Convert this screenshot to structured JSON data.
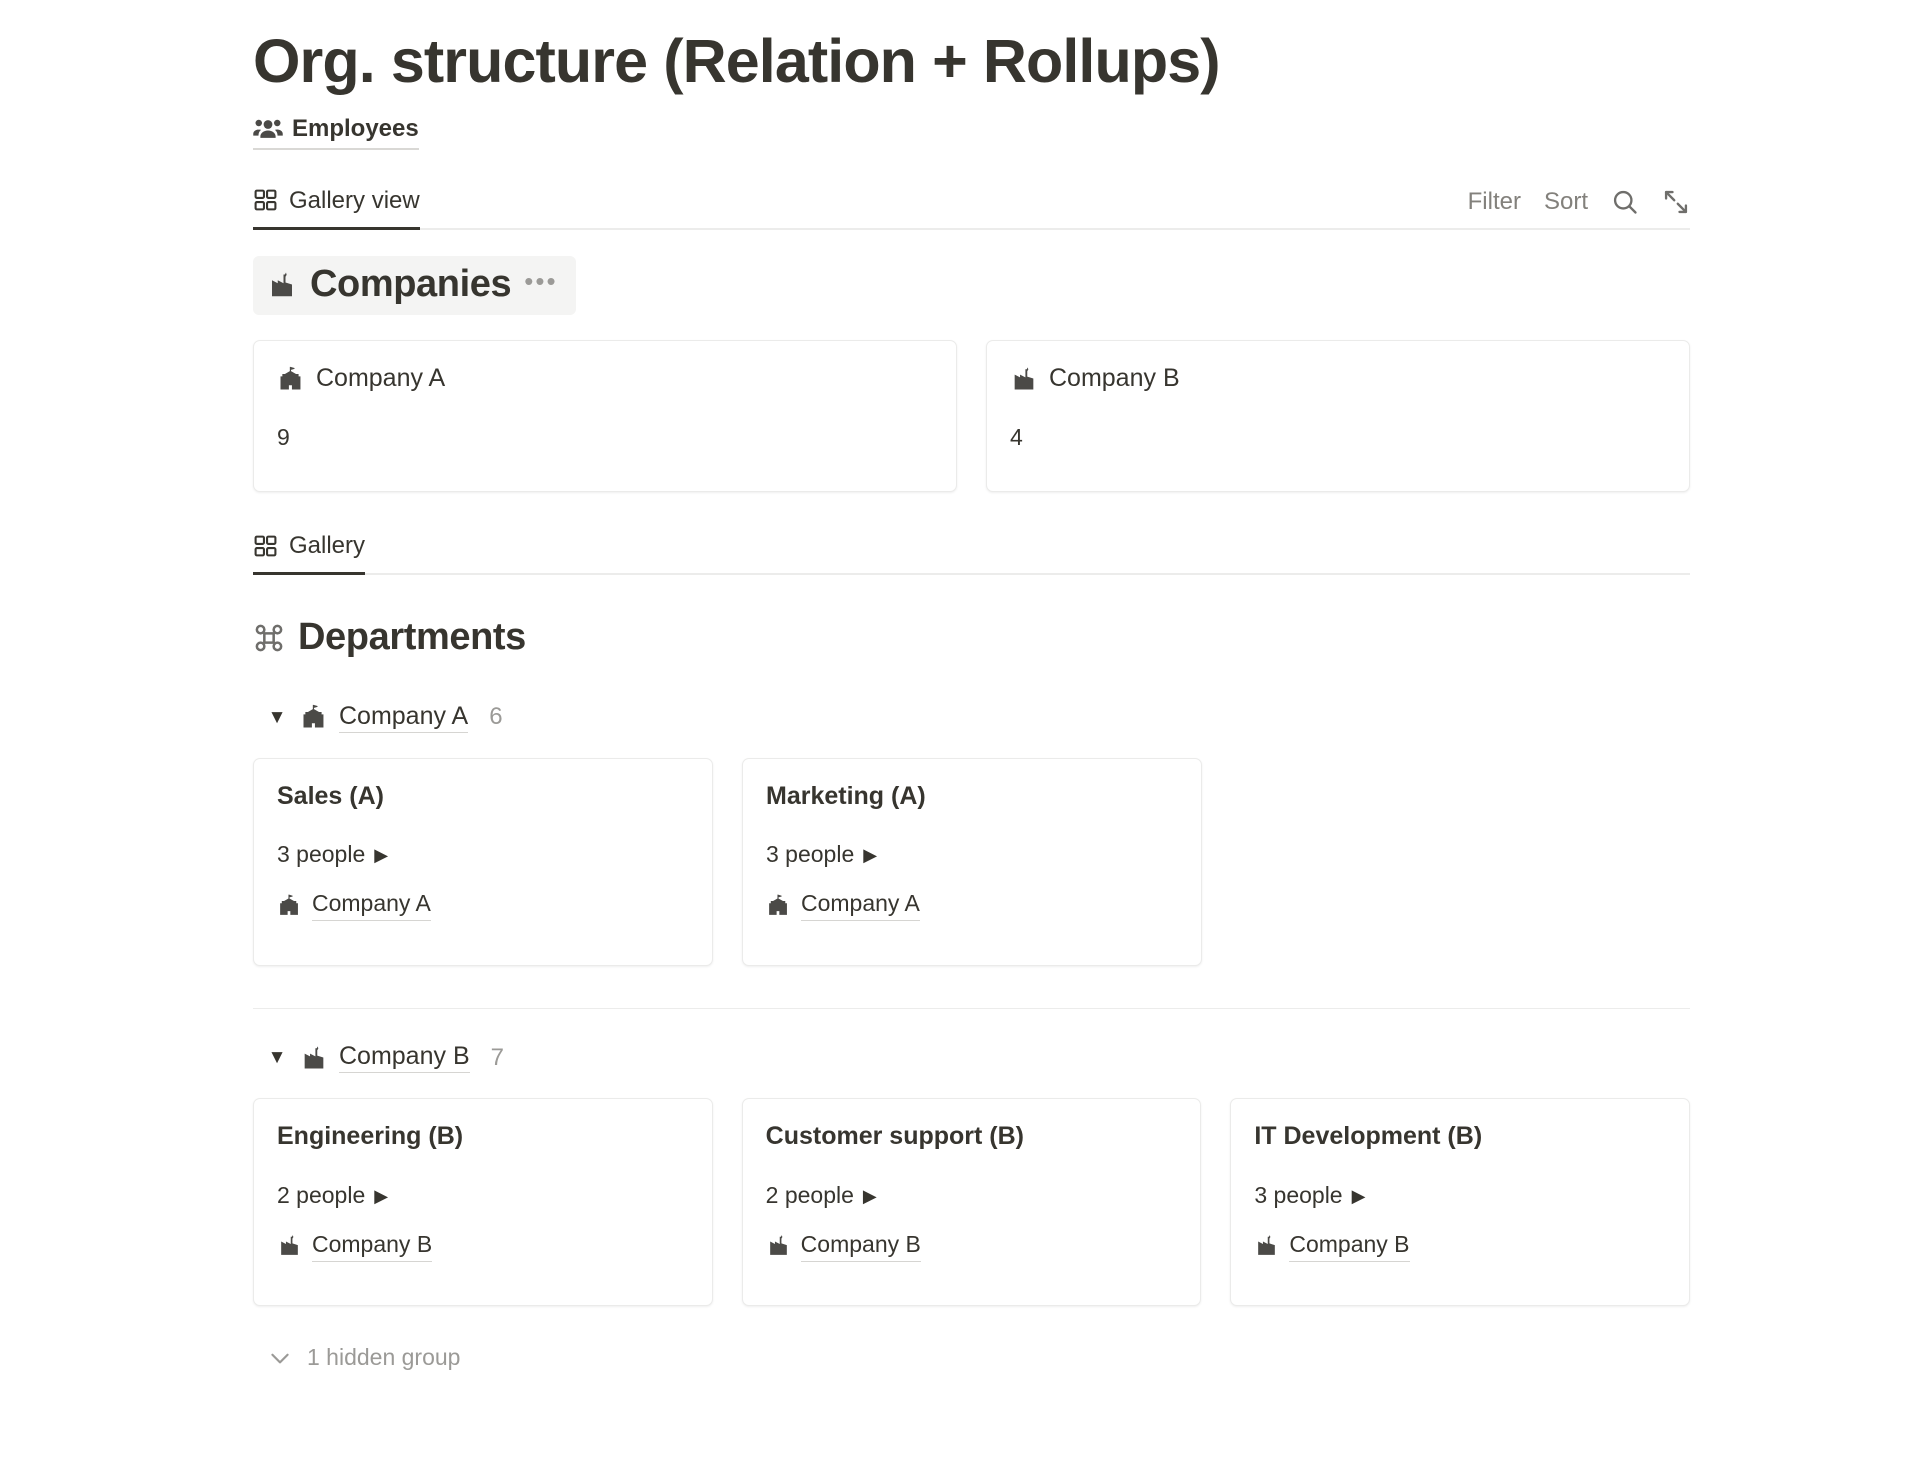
{
  "page": {
    "title": "Org. structure (Relation + Rollups)"
  },
  "source": {
    "icon": "people-group-icon",
    "label": "Employees"
  },
  "view_bar": {
    "tab": {
      "icon": "gallery-grid-icon",
      "label": "Gallery view"
    },
    "actions": {
      "filter_label": "Filter",
      "sort_label": "Sort",
      "search_icon": "search-icon",
      "expand_icon": "expand-diagonal-arrows-icon"
    }
  },
  "companies_section": {
    "icon": "factory-building-icon",
    "title": "Companies",
    "menu_label": "•••",
    "cards": [
      {
        "icon": "school-building-icon",
        "title": "Company A",
        "value": "9"
      },
      {
        "icon": "factory-building-icon",
        "title": "Company B",
        "value": "4"
      }
    ]
  },
  "sub_view": {
    "icon": "gallery-grid-icon",
    "label": "Gallery"
  },
  "departments_section": {
    "icon": "command-symbol-icon",
    "title": "Departments",
    "groups": [
      {
        "caret": "▼",
        "icon": "school-building-icon",
        "label": "Company A",
        "count": "6",
        "cards": [
          {
            "title": "Sales (A)",
            "rollup": "3 people",
            "rollup_caret": "▶",
            "relation_icon": "school-building-icon",
            "relation": "Company A"
          },
          {
            "title": "Marketing (A)",
            "rollup": "3 people",
            "rollup_caret": "▶",
            "relation_icon": "school-building-icon",
            "relation": "Company A"
          }
        ]
      },
      {
        "caret": "▼",
        "icon": "factory-building-icon",
        "label": "Company B",
        "count": "7",
        "cards": [
          {
            "title": "Engineering (B)",
            "rollup": "2 people",
            "rollup_caret": "▶",
            "relation_icon": "factory-building-icon",
            "relation": "Company B"
          },
          {
            "title": "Customer support (B)",
            "rollup": "2 people",
            "rollup_caret": "▶",
            "relation_icon": "factory-building-icon",
            "relation": "Company B"
          },
          {
            "title": "IT Development (B)",
            "rollup": "3 people",
            "rollup_caret": "▶",
            "relation_icon": "factory-building-icon",
            "relation": "Company B"
          }
        ]
      }
    ],
    "hidden_groups": {
      "icon": "chevron-down-icon",
      "label": "1 hidden group"
    }
  },
  "colors": {
    "text": "#37352f",
    "muted": "#9b9a97",
    "border": "#ebebea",
    "highlight": "#f4f4f3"
  }
}
